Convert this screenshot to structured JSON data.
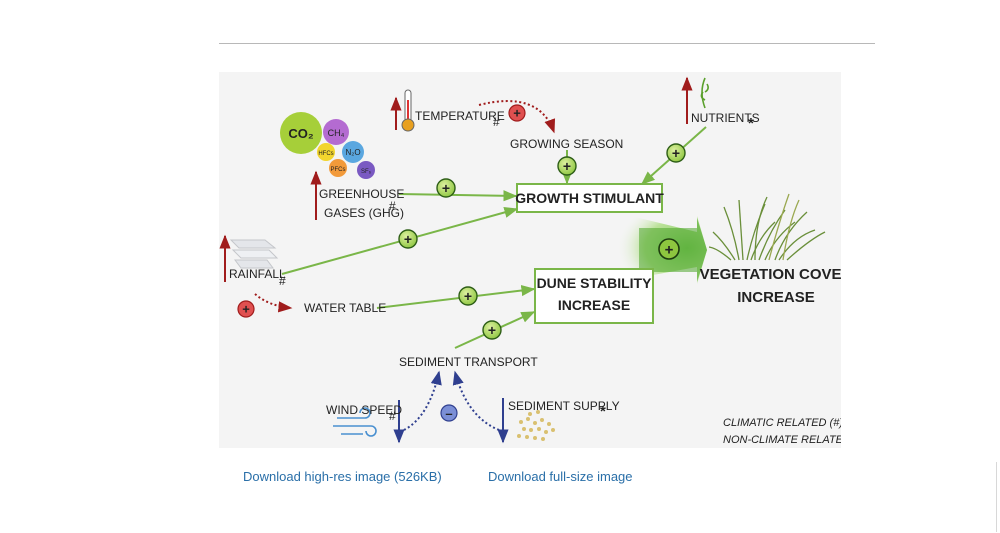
{
  "figure": {
    "co2": "CO₂",
    "ch4": "CH₄",
    "hfcs": "HFCs",
    "n2o": "N₂O",
    "pfcs": "PFCs",
    "sf6": "SF₆",
    "temperature": "TEMPERATURE",
    "temperature_mark": "#",
    "growing_season": "GROWING SEASON",
    "nutrients": "NUTRIENTS",
    "nutrients_mark": "*",
    "greenhouse_line1": "GREENHOUSE",
    "greenhouse_line2": "GASES (GHG)",
    "greenhouse_mark": "#",
    "growth_stimulant": "GROWTH STIMULANT",
    "rainfall": "RAINFALL",
    "rainfall_mark": "#",
    "water_table": "WATER TABLE",
    "dune_line1": "DUNE STABILITY",
    "dune_line2": "INCREASE",
    "vegetation_line1": "VEGETATION COVER",
    "vegetation_line2": "INCREASE",
    "sediment_transport": "SEDIMENT TRANSPORT",
    "wind_speed": "WIND SPEED",
    "wind_mark": "#",
    "sediment_supply": "SEDIMENT SUPPLY",
    "sediment_supply_mark": "*",
    "legend_line1": "CLIMATIC RELATED (#)",
    "legend_line2": "NON-CLIMATE RELATED (*)",
    "plus_sign": "+",
    "minus_sign": "–"
  },
  "links": {
    "download_highres": "Download high-res image (526KB)",
    "download_fullsize": "Download full-size image"
  },
  "colors": {
    "green_line": "#7ab648",
    "green_dark": "#2e5e17",
    "red_arrow": "#a01c1c",
    "blue_arrow": "#2f3f8f",
    "link": "#2a6fa8"
  }
}
